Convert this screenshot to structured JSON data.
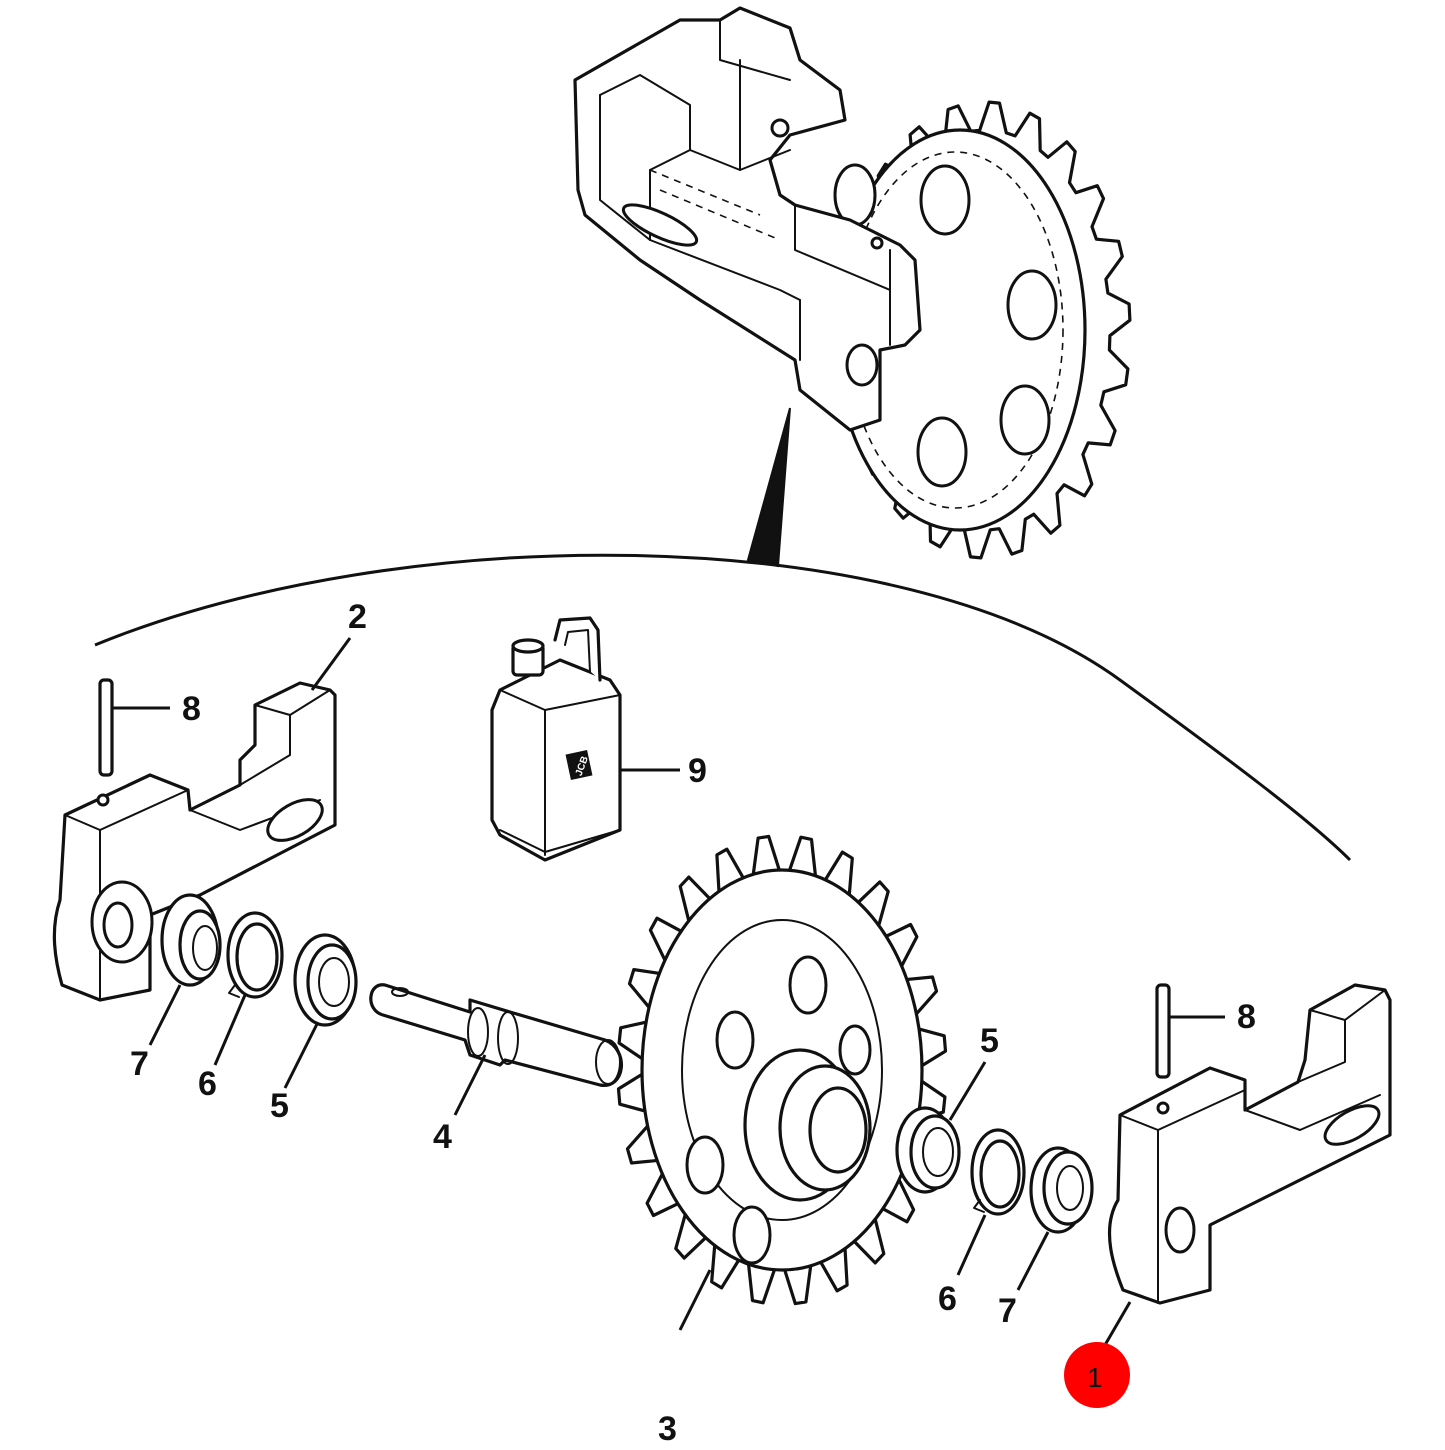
{
  "diagram": {
    "callouts": [
      {
        "id": "c1",
        "label": "1",
        "highlight": true,
        "highlight_color": "#ff0000"
      },
      {
        "id": "c2",
        "label": "2"
      },
      {
        "id": "c3",
        "label": "3"
      },
      {
        "id": "c4",
        "label": "4"
      },
      {
        "id": "c5a",
        "label": "5"
      },
      {
        "id": "c5b",
        "label": "5"
      },
      {
        "id": "c6a",
        "label": "6"
      },
      {
        "id": "c6b",
        "label": "6"
      },
      {
        "id": "c7a",
        "label": "7"
      },
      {
        "id": "c7b",
        "label": "7"
      },
      {
        "id": "c8a",
        "label": "8"
      },
      {
        "id": "c8b",
        "label": "8"
      },
      {
        "id": "c9",
        "label": "9"
      }
    ],
    "bottle_logo": "JCB",
    "line_color": "#111111",
    "background": "#ffffff"
  }
}
